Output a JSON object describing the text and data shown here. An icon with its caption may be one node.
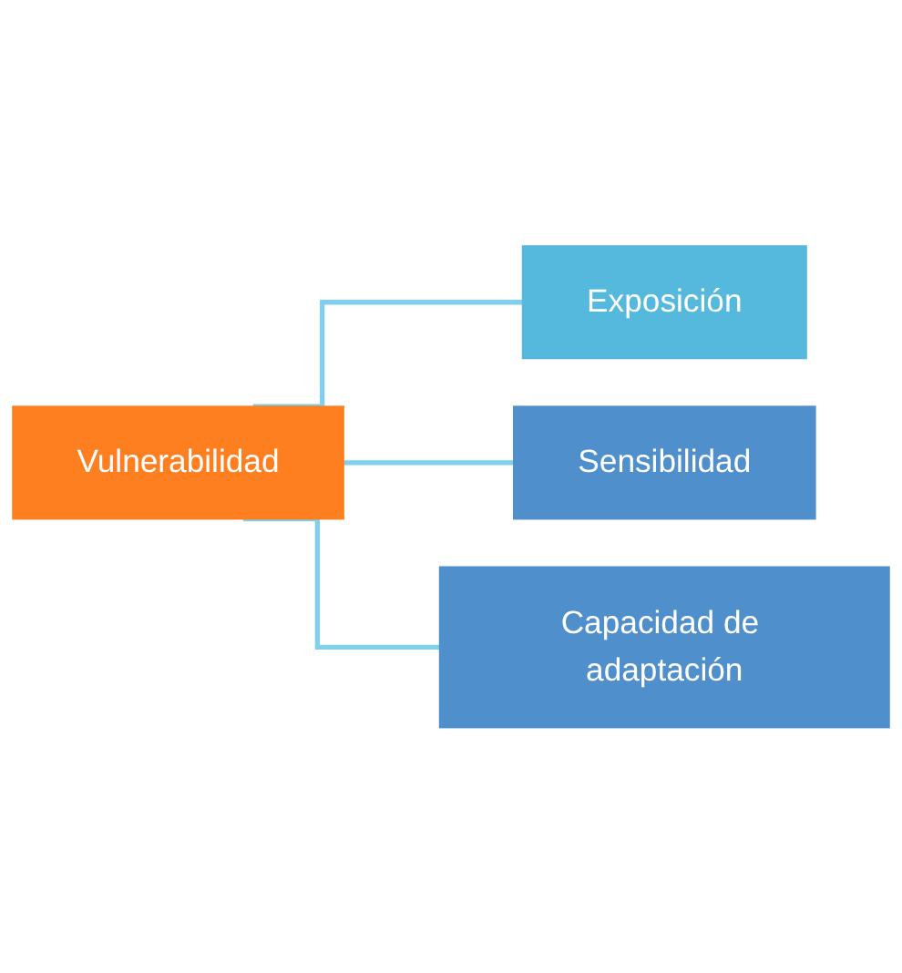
{
  "diagram": {
    "nodes": [
      {
        "text": [
          "Vulnerabilidad"
        ]
      },
      {
        "text": [
          "Exposición"
        ]
      },
      {
        "text": [
          "Sensibilidad"
        ]
      },
      {
        "text": [
          "Capacidad de adaptación"
        ]
      }
    ],
    "edges": [
      {
        "from": 0,
        "to": 1,
        "arrow": "none"
      },
      {
        "from": 0,
        "to": 2,
        "arrow": "none"
      },
      {
        "from": 0,
        "to": 3,
        "arrow": "none"
      }
    ]
  }
}
